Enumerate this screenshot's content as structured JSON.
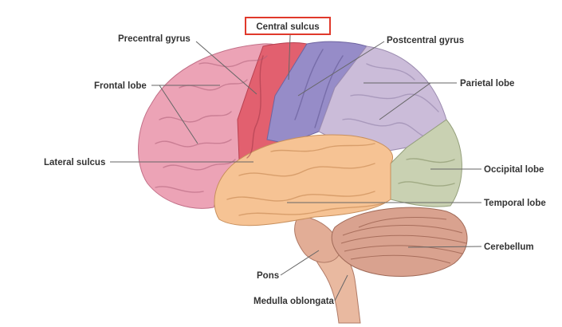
{
  "diagram": {
    "highlighted_label": "Central sulcus",
    "labels": {
      "central_sulcus": "Central sulcus",
      "precentral_gyrus": "Precentral gyrus",
      "postcentral_gyrus": "Postcentral gyrus",
      "frontal_lobe": "Frontal lobe",
      "parietal_lobe": "Parietal lobe",
      "lateral_sulcus": "Lateral sulcus",
      "occipital_lobe": "Occipital lobe",
      "temporal_lobe": "Temporal lobe",
      "cerebellum": "Cerebellum",
      "pons": "Pons",
      "medulla_oblongata": "Medulla oblongata"
    },
    "colors": {
      "frontal": "#eca3b6",
      "precentral": "#e2606f",
      "postcentral": "#968cc8",
      "parietal": "#cbbcd9",
      "occipital": "#c9d1b2",
      "temporal": "#f6c394",
      "cerebellum": "#d9a28f",
      "brainstem": "#e9b9a0",
      "highlight": "#e0392b"
    }
  }
}
